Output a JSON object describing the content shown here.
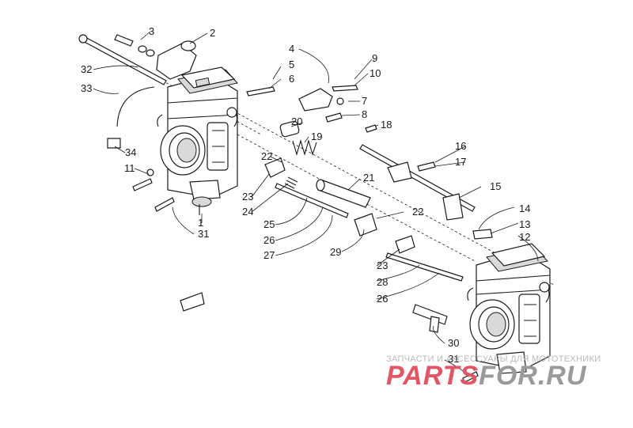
{
  "diagram": {
    "callouts": [
      "1",
      "2",
      "3",
      "4",
      "5",
      "6",
      "7",
      "8",
      "9",
      "10",
      "11",
      "12",
      "13",
      "14",
      "15",
      "16",
      "17",
      "18",
      "19",
      "20",
      "21",
      "22",
      "22",
      "23",
      "23",
      "24",
      "25",
      "26",
      "26",
      "27",
      "28",
      "29",
      "30",
      "31",
      "31",
      "32",
      "33",
      "34"
    ]
  },
  "watermark": {
    "caption": "ЗАПЧАСТИ И АКСЕССУАРЫ ДЛЯ МОТОТЕХНИКИ",
    "logo_red": "PARTS",
    "logo_gray": "FOR.RU",
    "color_red": "#e25563",
    "color_gray": "#9a9a9a"
  }
}
